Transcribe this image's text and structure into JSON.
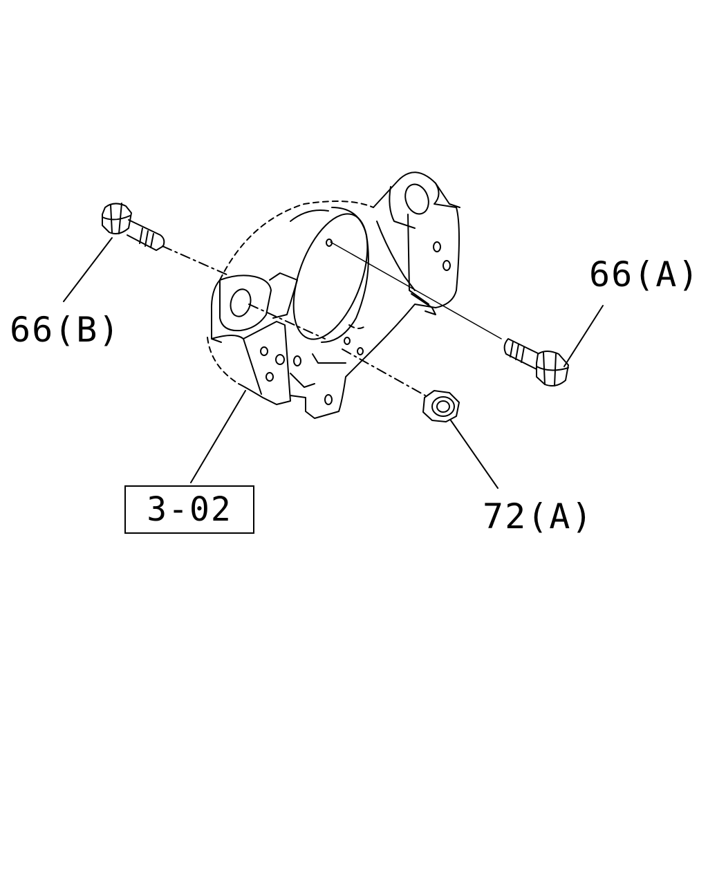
{
  "callouts": {
    "bolt_a": "66(A)",
    "bolt_b": "66(B)",
    "nut_a": "72(A)",
    "bracket_ref": "3-02"
  }
}
